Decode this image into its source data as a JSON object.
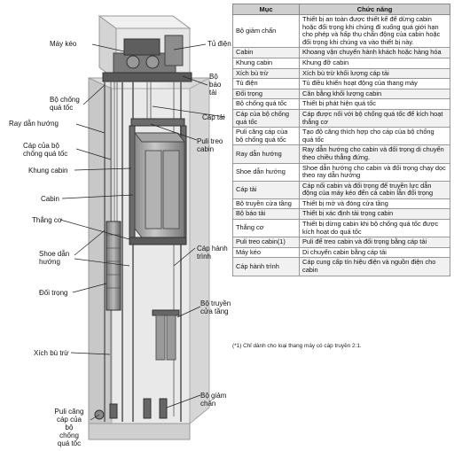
{
  "labels": {
    "may_keo": "Máy kéo",
    "tu_dien": "Tủ điện",
    "bo_bao_tai": "Bộ\nbáo\ntải",
    "bo_chong_qua_toc": "Bộ chống\nquá tốc",
    "ray_dan_huong": "Ray dẫn hướng",
    "cap_tai": "Cáp tải",
    "cap_bo_chong_qua_toc": "Cáp của bộ\nchống quá tốc",
    "puli_treo_cabin": "Puli treo\ncabin",
    "khung_cabin": "Khung cabin",
    "cabin": "Cabin",
    "thang_co": "Thắng cơ",
    "cap_hanh_trinh": "Cáp hành\ntrình",
    "shoe_dan_huong": "Shoe dẫn\nhướng",
    "doi_trong": "Đối trọng",
    "bo_truyen_cua_tang": "Bộ truyền\ncửa tầng",
    "xich_bu_tru": "Xích bù trừ",
    "bo_giam_chan": "Bộ giảm chấn",
    "puli_cang": "Puli căng\ncáp của\nbộ\nchống\nquá tốc"
  },
  "table": {
    "headers": [
      "Mục",
      "Chức năng"
    ],
    "rows": [
      [
        "Bộ giảm chấn",
        "Thiết bị an toàn được thiết kế để dừng cabin hoặc đối trọng khi chúng đi xuống quá giới hạn cho phép và hấp thụ chấn động của cabin hoặc đối trọng khi chúng va vào thiết bị này."
      ],
      [
        "Cabin",
        "Khoang vận chuyển hành khách hoặc hàng hóa"
      ],
      [
        "Khung cabin",
        "Khung đỡ cabin"
      ],
      [
        "Xích bù trừ",
        "Xích bù trừ khối lượng cáp tải"
      ],
      [
        "Tủ điện",
        "Tủ điều khiển hoạt động của thang máy"
      ],
      [
        "Đối trọng",
        "Cân bằng khối lượng cabin"
      ],
      [
        "Bộ chống quá tốc",
        "Thiết bị phát hiện quá tốc"
      ],
      [
        "Cáp của bộ chống quá tốc",
        "Cáp được nối với bộ chống quá tốc để kích hoạt thắng cơ"
      ],
      [
        "Puli căng cáp của bộ chống quá tốc",
        "Tạo độ căng thích hợp cho cáp của bộ chống quá tốc"
      ],
      [
        "Ray dẫn hướng",
        "Ray dẫn hướng cho cabin và đối trọng di chuyển theo chiều thẳng đứng."
      ],
      [
        "Shoe dẫn hướng",
        "Shoe dẫn hướng cho cabin và đối trọng chạy dọc theo ray dẫn hướng"
      ],
      [
        "Cáp tải",
        "Cáp nối cabin và đối trọng để truyền lực dẫn động của máy kéo đến cả cabin lẫn đối trọng"
      ],
      [
        "Bộ truyền cửa tầng",
        "Thiết bị mở và đóng cửa tầng"
      ],
      [
        "Bộ báo tải",
        "Thiết bị xác định tải trọng cabin"
      ],
      [
        "Thắng cơ",
        "Thiết bị dừng cabin khi bộ chống quá tốc được kích hoạt do quá tốc"
      ],
      [
        "Puli treo cabin(1)",
        "Puli để treo cabin và đối trọng bằng cáp tải"
      ],
      [
        "Máy kéo",
        "Di chuyển cabin bằng cáp tải"
      ],
      [
        "Cáp hành trình",
        "Cáp cung cấp tín hiệu điện và nguồn điện cho cabin"
      ]
    ]
  },
  "footnote": "(*1) Chỉ dành cho loại thang máy có cáp truyền 2:1."
}
